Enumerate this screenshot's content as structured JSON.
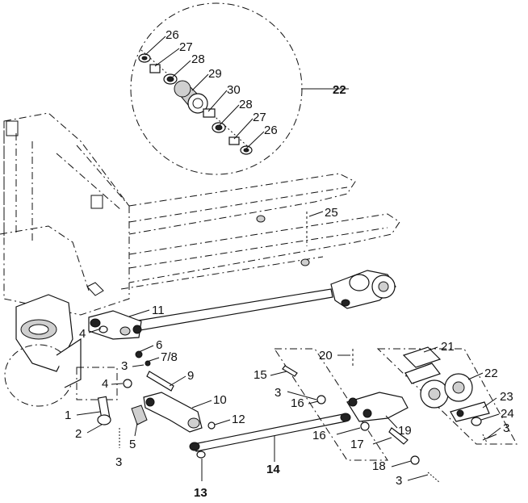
{
  "callouts": [
    {
      "id": "c26a",
      "text": "26"
    },
    {
      "id": "c27a",
      "text": "27"
    },
    {
      "id": "c28a",
      "text": "28"
    },
    {
      "id": "c29",
      "text": "29"
    },
    {
      "id": "c30",
      "text": "30"
    },
    {
      "id": "c28b",
      "text": "28"
    },
    {
      "id": "c27b",
      "text": "27"
    },
    {
      "id": "c26b",
      "text": "26"
    },
    {
      "id": "c22a",
      "text": "22"
    },
    {
      "id": "c25",
      "text": "25"
    },
    {
      "id": "c11",
      "text": "11"
    },
    {
      "id": "c4a",
      "text": "4"
    },
    {
      "id": "c6",
      "text": "6"
    },
    {
      "id": "c78",
      "text": "7/8"
    },
    {
      "id": "c3a",
      "text": "3"
    },
    {
      "id": "c9",
      "text": "9"
    },
    {
      "id": "c4b",
      "text": "4"
    },
    {
      "id": "c10",
      "text": "10"
    },
    {
      "id": "c12",
      "text": "12"
    },
    {
      "id": "c1",
      "text": "1"
    },
    {
      "id": "c2",
      "text": "2"
    },
    {
      "id": "c3b",
      "text": "3"
    },
    {
      "id": "c5",
      "text": "5"
    },
    {
      "id": "c13",
      "text": "13"
    },
    {
      "id": "c14",
      "text": "14"
    },
    {
      "id": "c15",
      "text": "15"
    },
    {
      "id": "c3c",
      "text": "3"
    },
    {
      "id": "c16a",
      "text": "16"
    },
    {
      "id": "c16b",
      "text": "16"
    },
    {
      "id": "c20",
      "text": "20"
    },
    {
      "id": "c21",
      "text": "21"
    },
    {
      "id": "c22b",
      "text": "22"
    },
    {
      "id": "c23",
      "text": "23"
    },
    {
      "id": "c24",
      "text": "24"
    },
    {
      "id": "c3d",
      "text": "3"
    },
    {
      "id": "c19",
      "text": "19"
    },
    {
      "id": "c17",
      "text": "17"
    },
    {
      "id": "c18",
      "text": "18"
    },
    {
      "id": "c3e",
      "text": "3"
    }
  ]
}
